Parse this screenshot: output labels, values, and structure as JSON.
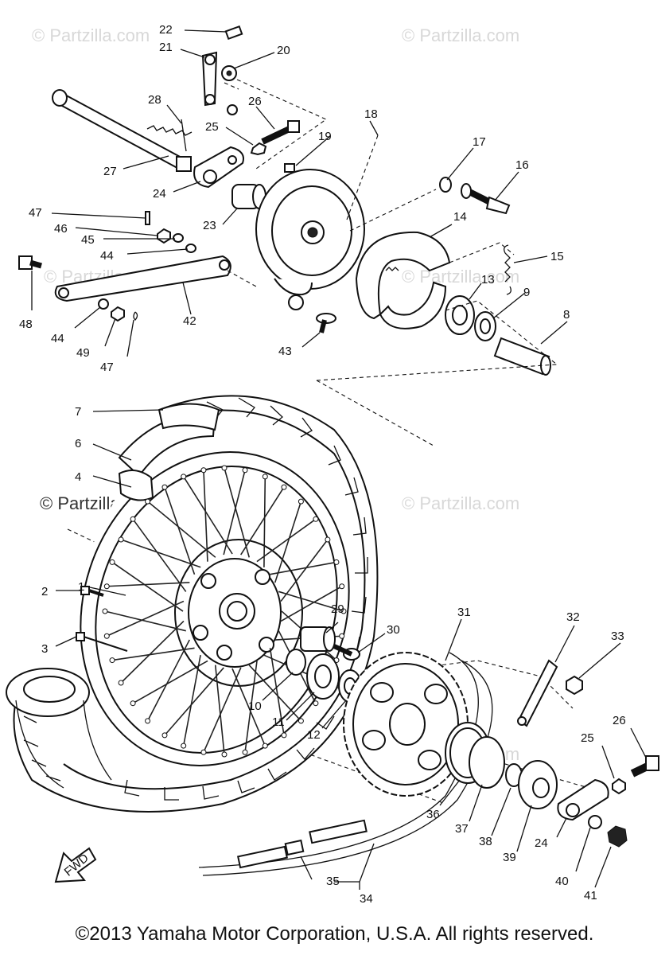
{
  "watermarks": [
    "© Partzilla.com",
    "© Partzilla.com",
    "© Partzilla.com",
    "© Partzilla.com",
    "© Partzilla.com",
    "© Partzilla.com",
    "© Partzilla.com"
  ],
  "direction_label": "FWD",
  "callouts": [
    "1",
    "2",
    "3",
    "4",
    "6",
    "7",
    "8",
    "9",
    "10",
    "11",
    "12",
    "13",
    "14",
    "15",
    "16",
    "17",
    "18",
    "19",
    "20",
    "21",
    "22",
    "23",
    "24",
    "24",
    "25",
    "25",
    "26",
    "26",
    "27",
    "28",
    "29",
    "30",
    "31",
    "32",
    "33",
    "34",
    "35",
    "36",
    "37",
    "38",
    "39",
    "40",
    "41",
    "42",
    "43",
    "44",
    "44",
    "45",
    "46",
    "47",
    "47",
    "48",
    "49"
  ],
  "copyright": "©2013 Yamaha Motor Corporation, U.S.A. All rights reserved."
}
